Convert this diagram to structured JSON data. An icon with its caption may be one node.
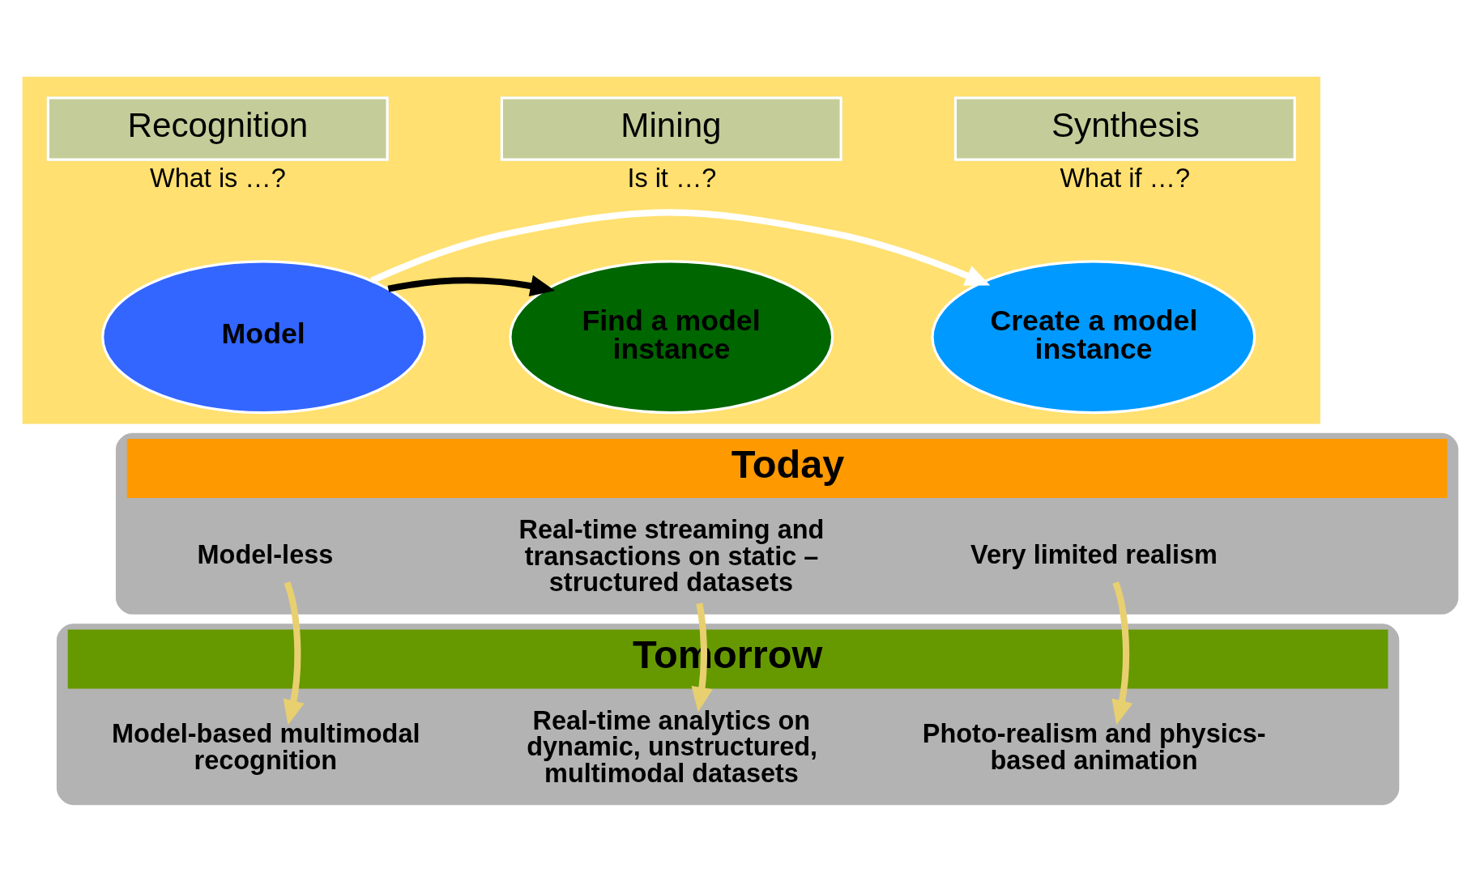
{
  "diagram": {
    "nodes": [
      {
        "text": [],
        "shape": "box"
      },
      {
        "text": [
          "Recognition"
        ],
        "beside": [
          "What is …?"
        ],
        "in": 0
      },
      {
        "text": [
          "Mining"
        ],
        "beside": [
          "Is it …?"
        ],
        "in": 0
      },
      {
        "text": [
          "Synthesis"
        ],
        "beside": [
          "What if …?"
        ],
        "in": 0
      },
      {
        "text": [
          "Model"
        ],
        "in": 0
      },
      {
        "text": [
          "Find a model instance"
        ],
        "in": 0
      },
      {
        "text": [
          "Create a model instance"
        ],
        "in": 0
      },
      {
        "text": [
          "Today"
        ]
      },
      {
        "text": [
          "Model-less"
        ],
        "in": 7
      },
      {
        "text": [
          "Real-time streaming and transactions on static – structured datasets"
        ],
        "in": 7
      },
      {
        "text": [
          "Very limited realism"
        ],
        "in": 7
      },
      {
        "text": [
          "Tomorrow"
        ]
      },
      {
        "text": [
          "Model-based multimodal recognition"
        ],
        "in": 11
      },
      {
        "text": [
          "Real-time analytics on dynamic, unstructured, multimodal datasets"
        ],
        "in": 11
      },
      {
        "text": [
          "Photo-realism and physics-based animation"
        ],
        "in": 11
      }
    ],
    "edges": [
      {
        "from": 4,
        "to": 5,
        "arrow": "to",
        "color": "#000000"
      },
      {
        "from": 4,
        "to": 6,
        "arrow": "to",
        "color": "#ffffff"
      },
      {
        "from": 8,
        "to": 12,
        "arrow": "to"
      },
      {
        "from": 9,
        "to": 13,
        "arrow": "to"
      },
      {
        "from": 10,
        "to": 14,
        "arrow": "to"
      }
    ]
  }
}
